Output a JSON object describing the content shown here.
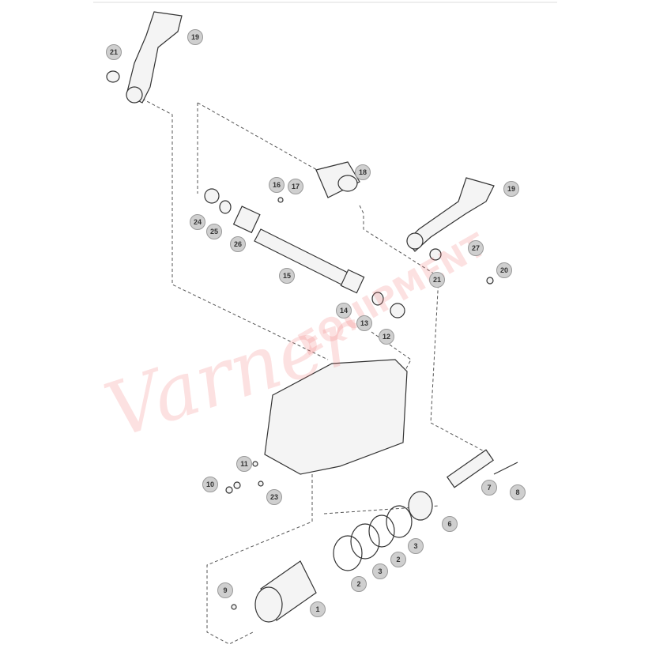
{
  "watermark": {
    "brand": "Varner",
    "sub": "EQUIPMENT",
    "color": "#f07878"
  },
  "callouts": [
    "19",
    "21",
    "18",
    "16",
    "17",
    "24",
    "25",
    "26",
    "15",
    "19",
    "27",
    "21",
    "20",
    "14",
    "13",
    "12",
    "11",
    "10",
    "23",
    "7",
    "8",
    "6",
    "3",
    "2",
    "3",
    "2",
    "9",
    "1"
  ]
}
